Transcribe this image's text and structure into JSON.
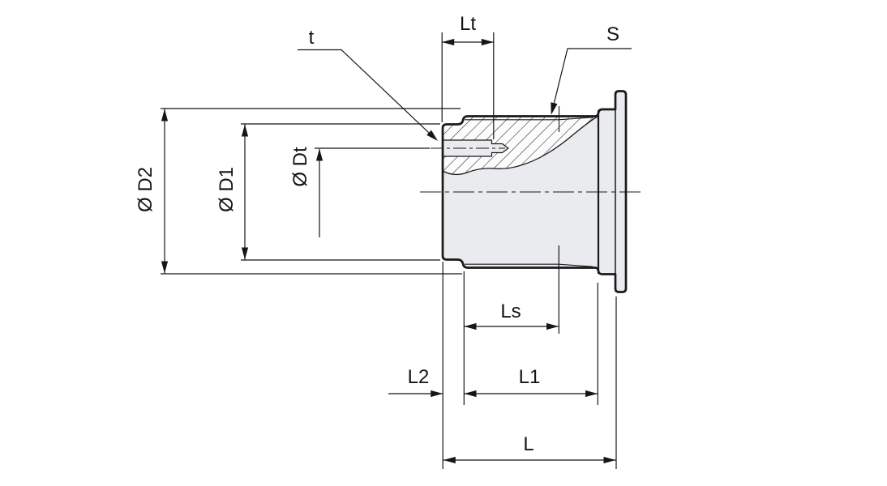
{
  "drawing": {
    "description": "Dimensioned cross-section technical drawing of a flanged threaded sleeve with internal tang slot, partial hatched section in upper half",
    "colors": {
      "background": "#ffffff",
      "body_fill": "#e9ebee",
      "section_fill": "#fcfcfd",
      "line_color": "#1a1a1a"
    },
    "labels": {
      "t": "t",
      "lt": "Lt",
      "s": "S",
      "d2": "Ø D2",
      "d1": "Ø D1",
      "dt": "Ø Dt",
      "ls": "Ls",
      "l2": "L2",
      "l1": "L1",
      "l": "L"
    }
  }
}
